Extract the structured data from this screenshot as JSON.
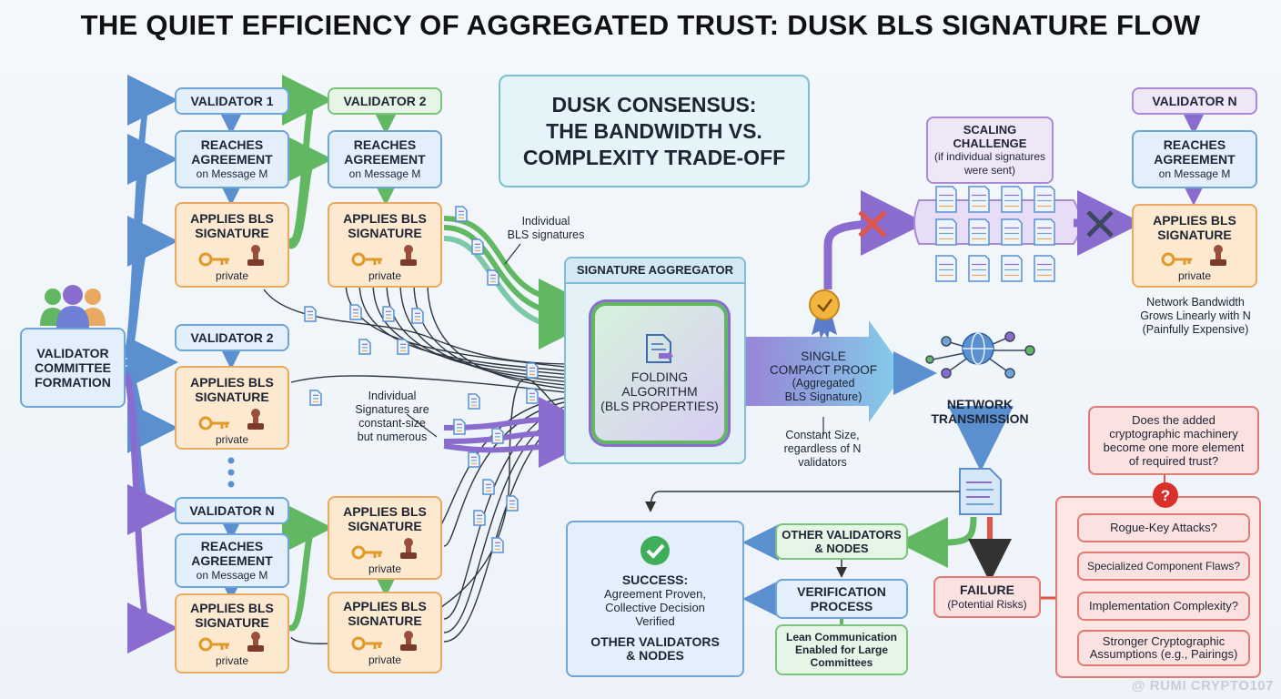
{
  "title": "THE QUIET EFFICIENCY OF AGGREGATED TRUST: DUSK BLS SIGNATURE FLOW",
  "central_box": {
    "line1": "DUSK CONSENSUS:",
    "line2": "THE BANDWIDTH VS.",
    "line3": "COMPLEXITY TRADE-OFF"
  },
  "committee": {
    "line1": "VALIDATOR",
    "line2": "COMMITTEE",
    "line3": "FORMATION"
  },
  "labels": {
    "validator_1": "VALIDATOR 1",
    "validator_2": "VALIDATOR 2",
    "validator_n": "VALIDATOR N",
    "reaches": "REACHES",
    "agreement": "AGREEMENT",
    "on_message": "on Message M",
    "applies": "APPLIES BLS",
    "signature": "SIGNATURE",
    "private": "private"
  },
  "aggregator": {
    "header": "SIGNATURE AGGREGATOR",
    "line1": "FOLDING",
    "line2": "ALGORITHM",
    "line3": "(BLS PROPERTIES)"
  },
  "proof": {
    "line1": "SINGLE",
    "line2": "COMPACT PROOF",
    "line3": "(Aggregated",
    "line4": "BLS Signature)"
  },
  "notes": {
    "individual_sigs": [
      "Individual",
      "BLS signatures"
    ],
    "constant_size": [
      "Individual",
      "Signatures are",
      "constant-size",
      "but numerous"
    ],
    "proof_size": [
      "Constant Size,",
      "regardless of N",
      "validators"
    ],
    "bandwidth": [
      "Network Bandwidth",
      "Grows Linearly with N",
      "(Painfully Expensive)"
    ],
    "lean": [
      "Lean Communication",
      "Enabled for Large",
      "Committees"
    ]
  },
  "scaling": {
    "line1": "SCALING",
    "line2": "CHALLENGE",
    "line3": "(if individual signatures",
    "line4": "were sent)"
  },
  "network": {
    "line1": "NETWORK",
    "line2": "TRANSMISSION"
  },
  "other_nodes": {
    "line1": "OTHER VALIDATORS",
    "line2": "& NODES"
  },
  "verification": {
    "line1": "VERIFICATION",
    "line2": "PROCESS"
  },
  "success": {
    "line1": "SUCCESS:",
    "line2": "Agreement Proven,",
    "line3": "Collective Decision",
    "line4": "Verified",
    "line5": "OTHER VALIDATORS",
    "line6": "& NODES"
  },
  "failure": {
    "line1": "FAILURE",
    "line2": "(Potential Risks)"
  },
  "question": {
    "line1": "Does the added",
    "line2": "cryptographic machinery",
    "line3": "become one more element",
    "line4": "of required trust?"
  },
  "risks": [
    "Rogue-Key Attacks?",
    "Specialized Component Flaws?",
    "Implementation Complexity?",
    "Stronger Cryptographic Assumptions (e.g., Pairings)"
  ],
  "watermark": "@ RUMI CRYPTO107",
  "colors": {
    "blue": "#5b8fd0",
    "green": "#62b862",
    "purple": "#8a6ccf",
    "orange": "#e9a960",
    "red": "#e0544a"
  },
  "icons": [
    "people-icon",
    "key-icon",
    "stamp-icon",
    "document-icon",
    "medal-icon",
    "globe-network-icon",
    "checkmark-icon",
    "question-icon",
    "x-mark-icon"
  ]
}
